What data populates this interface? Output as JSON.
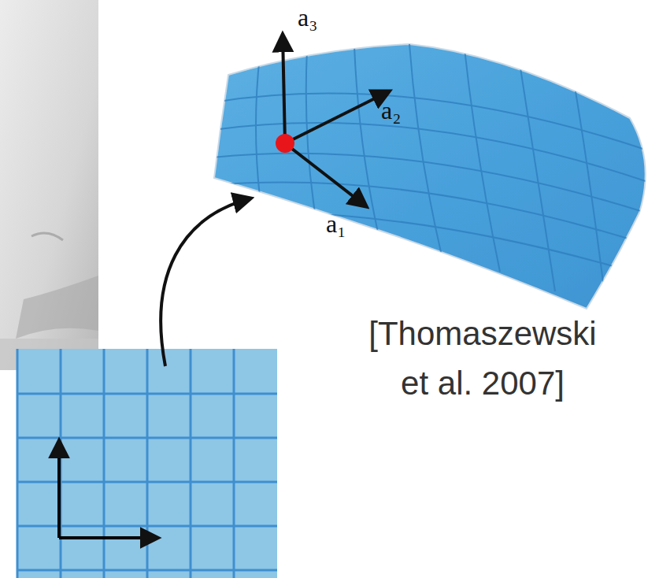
{
  "diagram": {
    "labels": [
      "a₃",
      "a₂",
      "a₁",
      "[Thomaszewski et al. 2007]"
    ]
  }
}
